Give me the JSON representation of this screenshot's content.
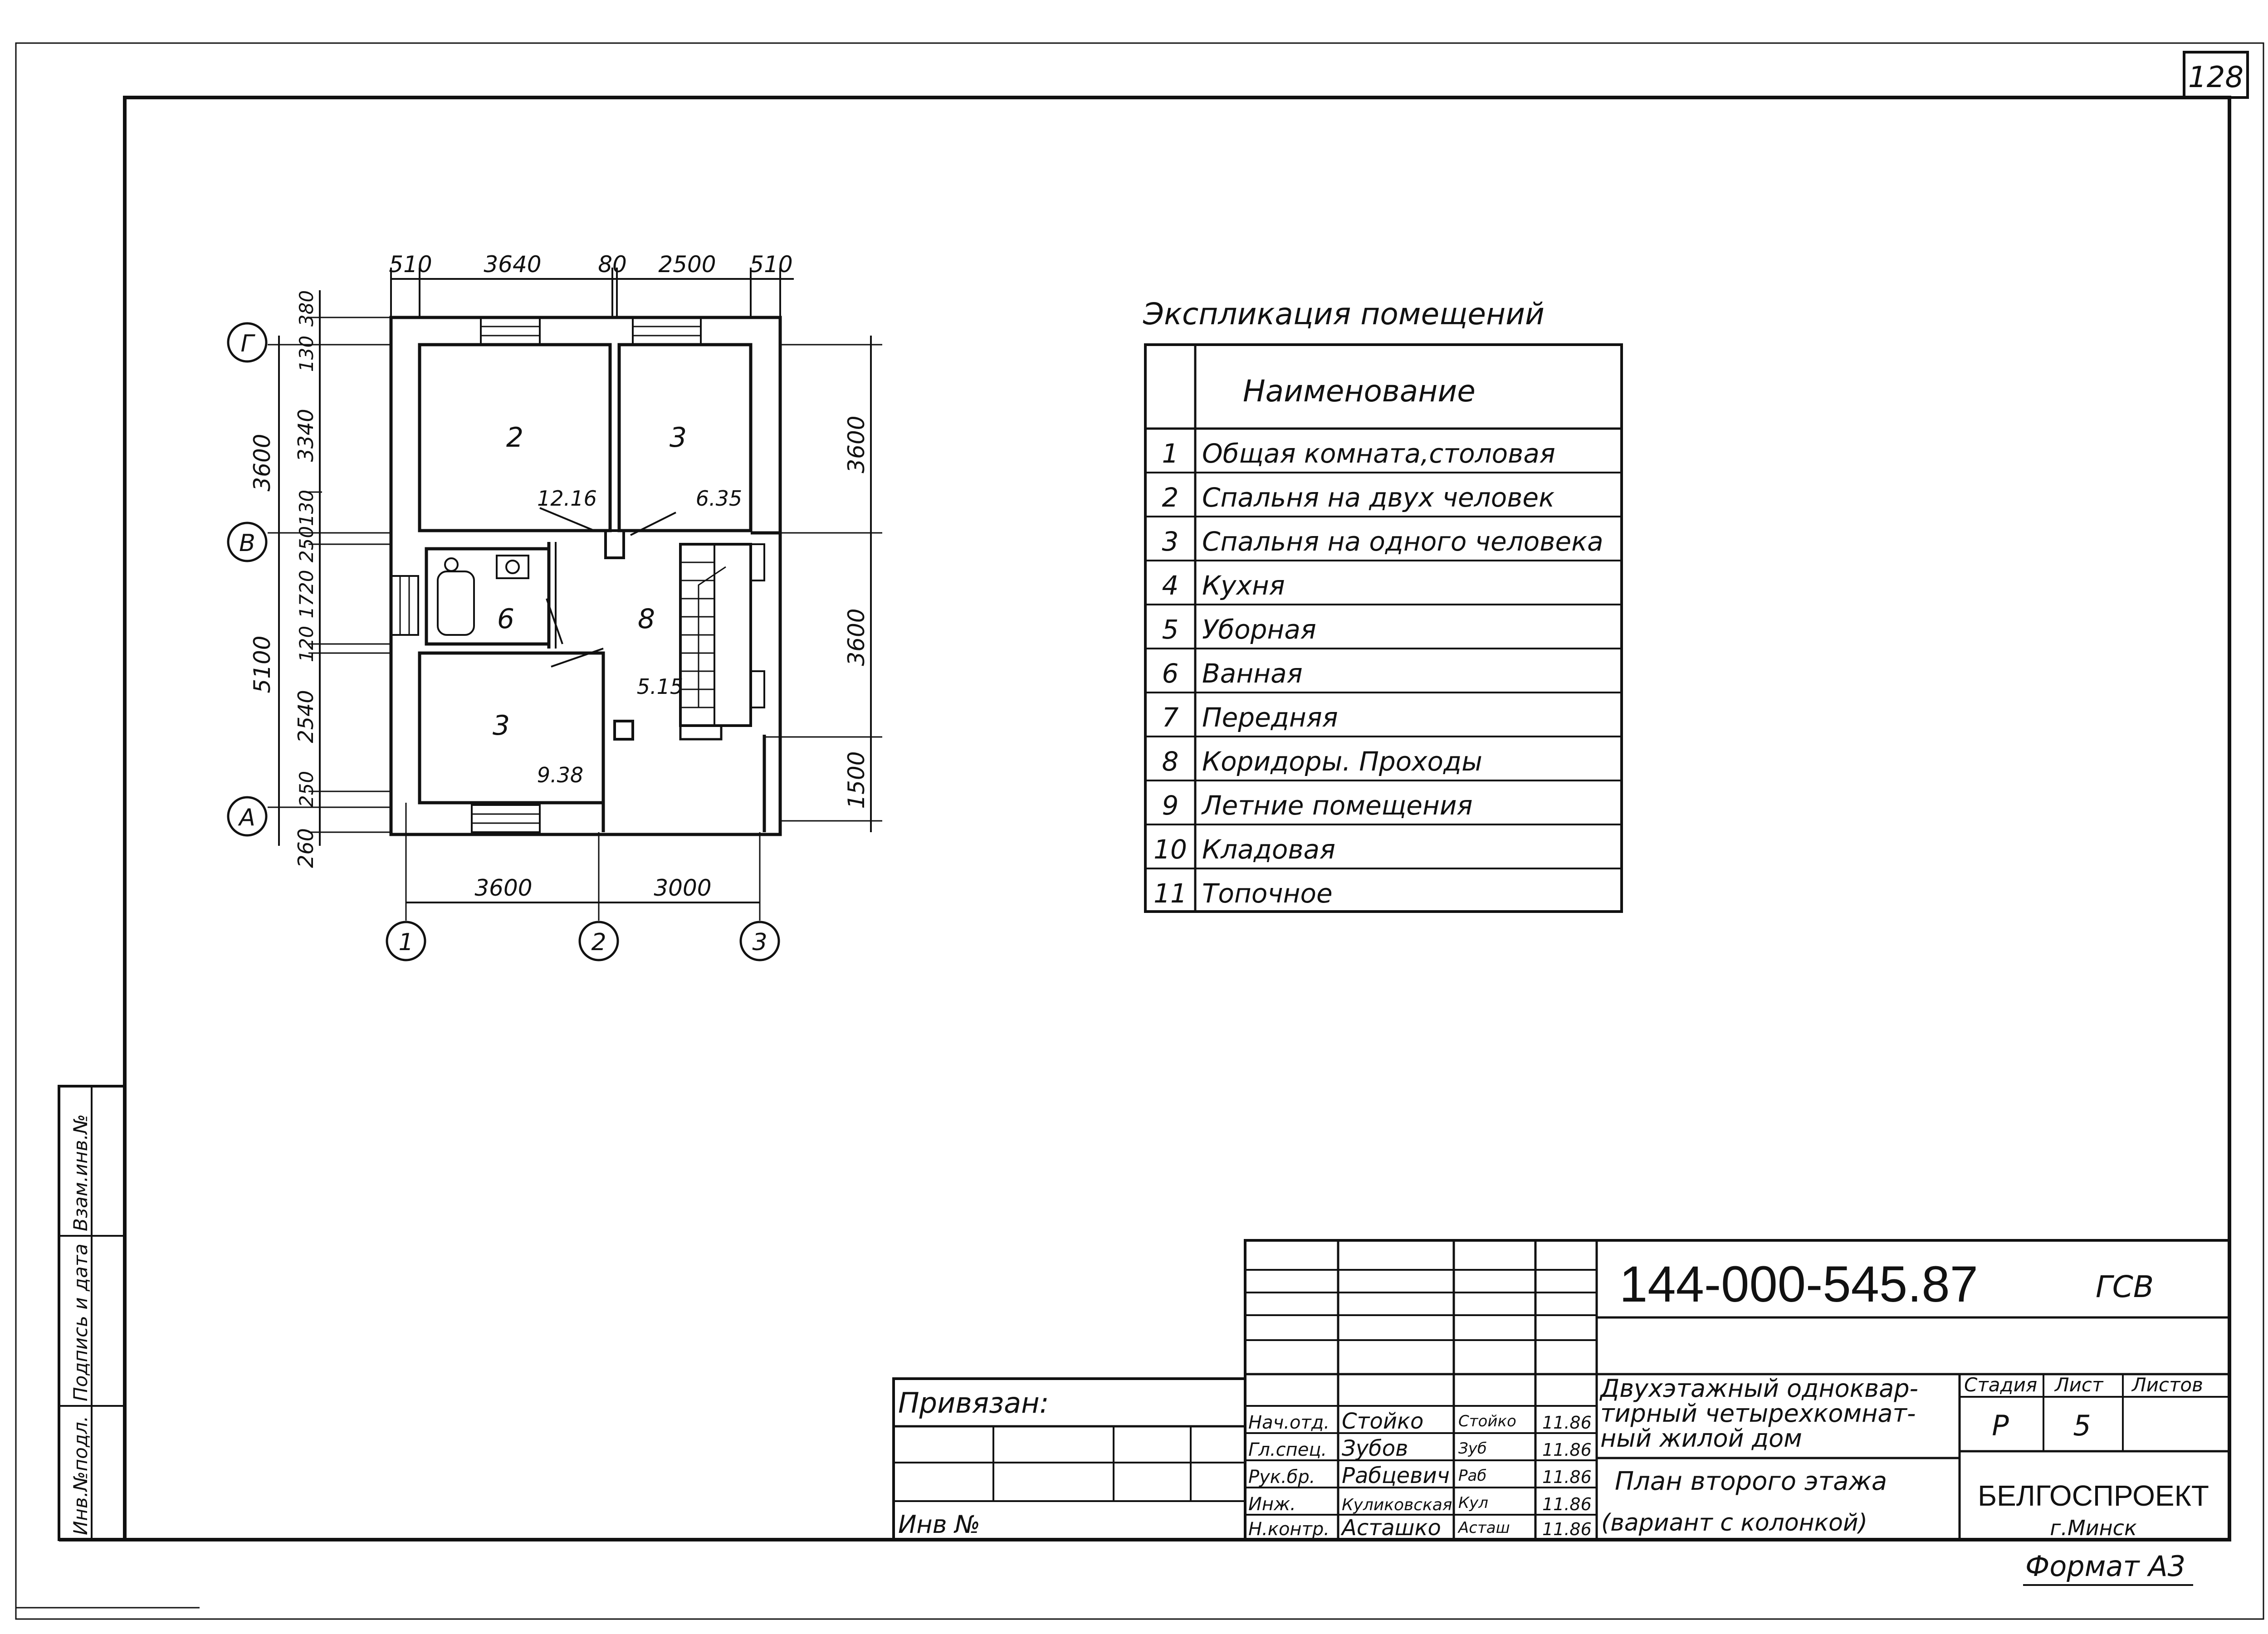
{
  "sheet_number": "128",
  "format_label": "Формат А3",
  "side_stamp": [
    "Инв.№подл.",
    "Подпись и дата",
    "Взам.инв.№"
  ],
  "plan": {
    "top_dims": [
      "510",
      "3640",
      "80",
      "2500",
      "510"
    ],
    "bottom_dims": [
      "3600",
      "3000"
    ],
    "left_outer_dims": [
      "3600",
      "5100",
      "260"
    ],
    "left_inner_dims": [
      "130",
      "380",
      "3340",
      "130",
      "250",
      "1720",
      "120",
      "2540",
      "250"
    ],
    "right_dims": [
      "3600",
      "3600",
      "1500"
    ],
    "row_axes": [
      "Г",
      "В",
      "А"
    ],
    "column_axes": [
      "1",
      "2",
      "3"
    ],
    "rooms": [
      {
        "number": "2"
      },
      {
        "number": "3"
      },
      {
        "number": "6"
      },
      {
        "number": "8"
      },
      {
        "number": "3"
      }
    ],
    "areas": [
      "12.16",
      "6.35",
      "5.15",
      "9.38"
    ]
  },
  "explication": {
    "title": "Экспликация помещений",
    "header": "Наименование",
    "rows": [
      {
        "num": "1",
        "name": "Общая комната,столовая"
      },
      {
        "num": "2",
        "name": "Спальня на двух человек"
      },
      {
        "num": "3",
        "name": "Спальня на одного человека"
      },
      {
        "num": "4",
        "name": "Кухня"
      },
      {
        "num": "5",
        "name": "Уборная"
      },
      {
        "num": "6",
        "name": "Ванная"
      },
      {
        "num": "7",
        "name": "Передняя"
      },
      {
        "num": "8",
        "name": "Коридоры. Проходы"
      },
      {
        "num": "9",
        "name": "Летние помещения"
      },
      {
        "num": "10",
        "name": "Кладовая"
      },
      {
        "num": "11",
        "name": "Топочное"
      }
    ]
  },
  "title_block": {
    "doc_code": "144-000-545.87",
    "doc_suffix": "ГСВ",
    "privyazan": "Привязан:",
    "inv_no": "Инв №",
    "signers": [
      {
        "role": "Нач.отд.",
        "name": "Стойко",
        "sign": "Стойко",
        "date": "11.86"
      },
      {
        "role": "Гл.спец.",
        "name": "Зубов",
        "sign": "Зуб",
        "date": "11.86"
      },
      {
        "role": "Рук.бр.",
        "name": "Рабцевич",
        "sign": "Раб",
        "date": "11.86"
      },
      {
        "role": "Инж.",
        "name": "Куликовская",
        "sign": "Кул",
        "date": "11.86"
      },
      {
        "role": "Н.контр.",
        "name": "Асташко",
        "sign": "Асташ",
        "date": "11.86"
      }
    ],
    "project_lines": [
      "Двухэтажный одноквар-",
      "тирный четырехкомнат-",
      "ный жилой дом"
    ],
    "sheet_lines": [
      "План второго этажа",
      "(вариант с колонкой)"
    ],
    "stage_label": "Стадия",
    "sheet_label": "Лист",
    "sheets_label": "Листов",
    "stage": "Р",
    "sheet": "5",
    "org": "БЕЛГОСПРОЕКТ",
    "city": "г.Минск"
  }
}
